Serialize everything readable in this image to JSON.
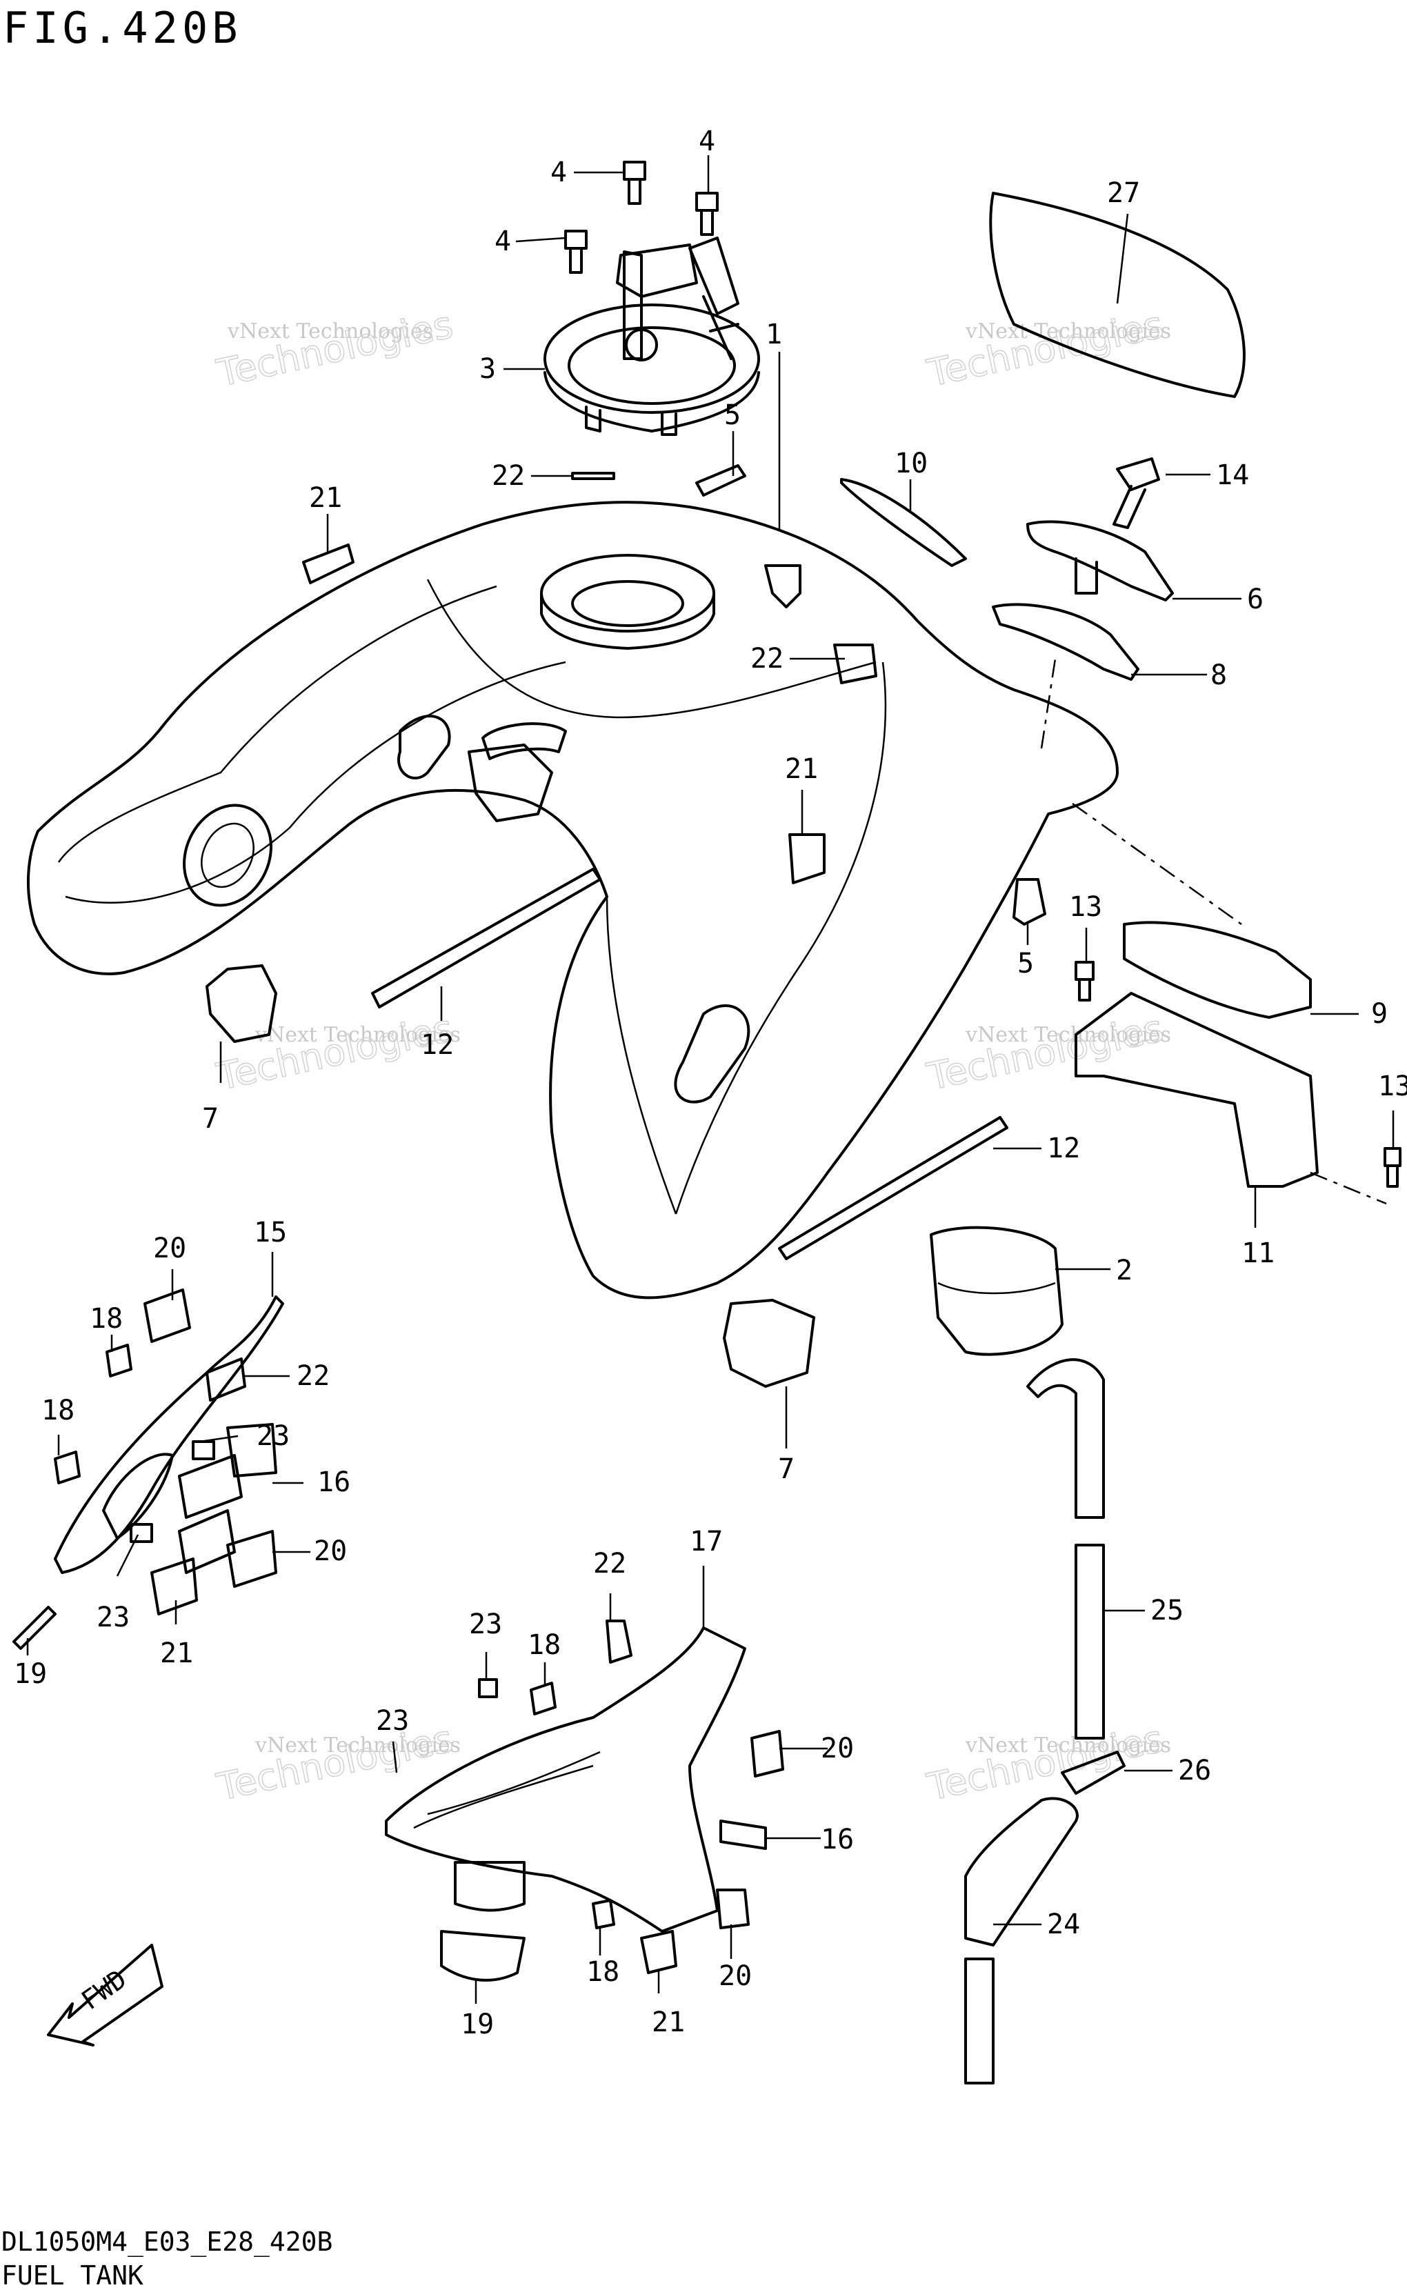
{
  "figure": {
    "title": "FIG.420B",
    "model_code": "DL1050M4_E03_E28_420B",
    "section_name": "FUEL TANK",
    "direction_label": "FWD"
  },
  "watermark": {
    "line1": "vNext Technologies",
    "line2": "Technologies"
  },
  "callouts": [
    {
      "id": "1"
    },
    {
      "id": "2"
    },
    {
      "id": "3"
    },
    {
      "id": "4"
    },
    {
      "id": "4"
    },
    {
      "id": "4"
    },
    {
      "id": "5"
    },
    {
      "id": "5"
    },
    {
      "id": "6"
    },
    {
      "id": "7"
    },
    {
      "id": "7"
    },
    {
      "id": "8"
    },
    {
      "id": "9"
    },
    {
      "id": "10"
    },
    {
      "id": "11"
    },
    {
      "id": "12"
    },
    {
      "id": "12"
    },
    {
      "id": "13"
    },
    {
      "id": "13"
    },
    {
      "id": "14"
    },
    {
      "id": "15"
    },
    {
      "id": "16"
    },
    {
      "id": "16"
    },
    {
      "id": "17"
    },
    {
      "id": "18"
    },
    {
      "id": "18"
    },
    {
      "id": "18"
    },
    {
      "id": "18"
    },
    {
      "id": "19"
    },
    {
      "id": "19"
    },
    {
      "id": "20"
    },
    {
      "id": "20"
    },
    {
      "id": "20"
    },
    {
      "id": "20"
    },
    {
      "id": "21"
    },
    {
      "id": "21"
    },
    {
      "id": "21"
    },
    {
      "id": "21"
    },
    {
      "id": "22"
    },
    {
      "id": "22"
    },
    {
      "id": "22"
    },
    {
      "id": "22"
    },
    {
      "id": "23"
    },
    {
      "id": "23"
    },
    {
      "id": "23"
    },
    {
      "id": "23"
    },
    {
      "id": "24"
    },
    {
      "id": "25"
    },
    {
      "id": "26"
    },
    {
      "id": "27"
    }
  ]
}
